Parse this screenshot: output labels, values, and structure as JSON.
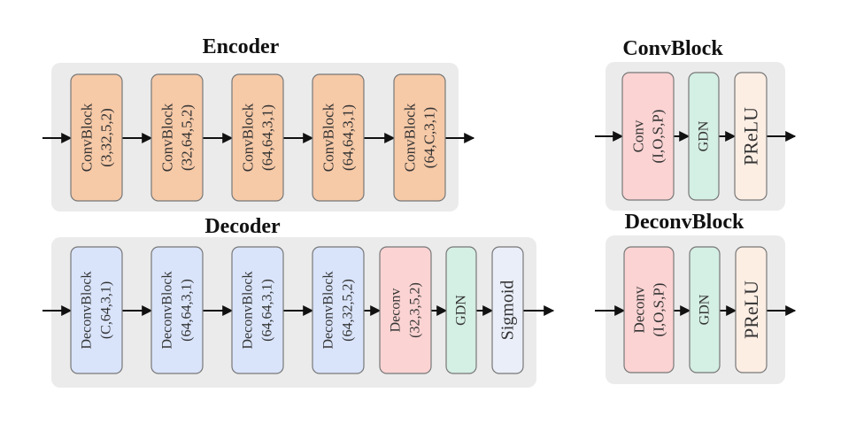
{
  "titles": {
    "encoder": "Encoder",
    "decoder": "Decoder",
    "convblock": "ConvBlock",
    "deconvblock": "DeconvBlock"
  },
  "colors": {
    "panel": "#ebebeb",
    "conv_orange": "#f6c9a7",
    "deconv_blue": "#d9e4fb",
    "deconv_pink": "#fbd3d3",
    "gdn_green": "#d4efe4",
    "sigmoid_lavender": "#eaeef9",
    "prelu_cream": "#fdeee4",
    "border": "#777777"
  },
  "encoder_blocks": [
    {
      "line1": "ConvBlock",
      "line2": "(3,32,5,2)"
    },
    {
      "line1": "ConvBlock",
      "line2": "(32,64,5,2)"
    },
    {
      "line1": "ConvBlock",
      "line2": "(64,64,3,1)"
    },
    {
      "line1": "ConvBlock",
      "line2": "(64,64,3,1)"
    },
    {
      "line1": "ConvBlock",
      "line2": "(64,C,3,1)"
    }
  ],
  "decoder_blocks": [
    {
      "line1": "DeconvBlock",
      "line2": "(C,64,3,1)"
    },
    {
      "line1": "DeconvBlock",
      "line2": "(64,64,3,1)"
    },
    {
      "line1": "DeconvBlock",
      "line2": "(64,64,3,1)"
    },
    {
      "line1": "DeconvBlock",
      "line2": "(64,32,5,2)"
    },
    {
      "line1": "Deconv",
      "line2": "(32,3,5,2)"
    },
    {
      "line1": "GDN"
    },
    {
      "line1": "Sigmoid"
    }
  ],
  "convblock_parts": [
    {
      "line1": "Conv",
      "line2": "(I,O,S,P)"
    },
    {
      "line1": "GDN"
    },
    {
      "line1": "PReLU"
    }
  ],
  "deconvblock_parts": [
    {
      "line1": "Deconv",
      "line2": "(I,O,S,P)"
    },
    {
      "line1": "GDN"
    },
    {
      "line1": "PReLU"
    }
  ]
}
